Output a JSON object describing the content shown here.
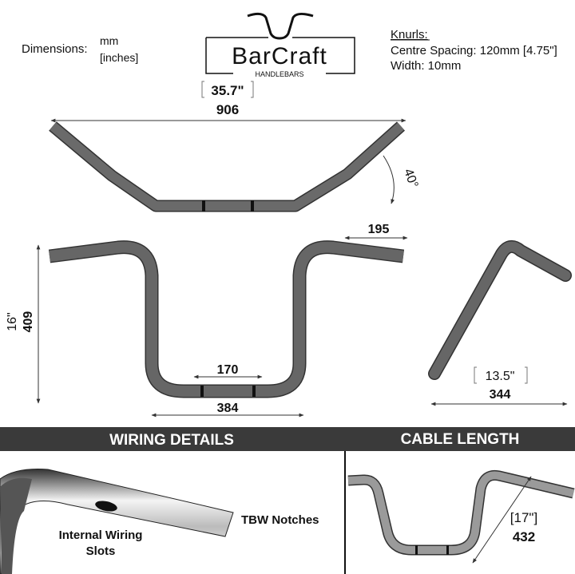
{
  "header": {
    "dimensions_label": "Dimensions:",
    "unit_primary": "mm",
    "unit_secondary": "[inches]",
    "logo_text": "BarCraft",
    "logo_subtext": "HANDLEBARS",
    "knurls_title": "Knurls:",
    "knurls_spacing": "Centre Spacing: 120mm [4.75\"]",
    "knurls_width": "Width: 10mm"
  },
  "top_view": {
    "width_in": "35.7\"",
    "width_mm": "906",
    "angle": "40°"
  },
  "front_view": {
    "rise_in": "16\"",
    "rise_mm": "409",
    "grip_length": "195",
    "center_width": "170",
    "base_width": "384"
  },
  "side_view": {
    "pullback_in": "13.5\"",
    "pullback_mm": "344"
  },
  "sections": {
    "wiring_title": "WIRING DETAILS",
    "cable_title": "CABLE LENGTH"
  },
  "wiring": {
    "tbw_label": "TBW Notches",
    "internal_label_line1": "Internal Wiring",
    "internal_label_line2": "Slots"
  },
  "cable": {
    "length_in": "[17\"]",
    "length_mm": "432"
  },
  "colors": {
    "bar": "#5f5f5f",
    "section_band": "#3a3a3a"
  }
}
